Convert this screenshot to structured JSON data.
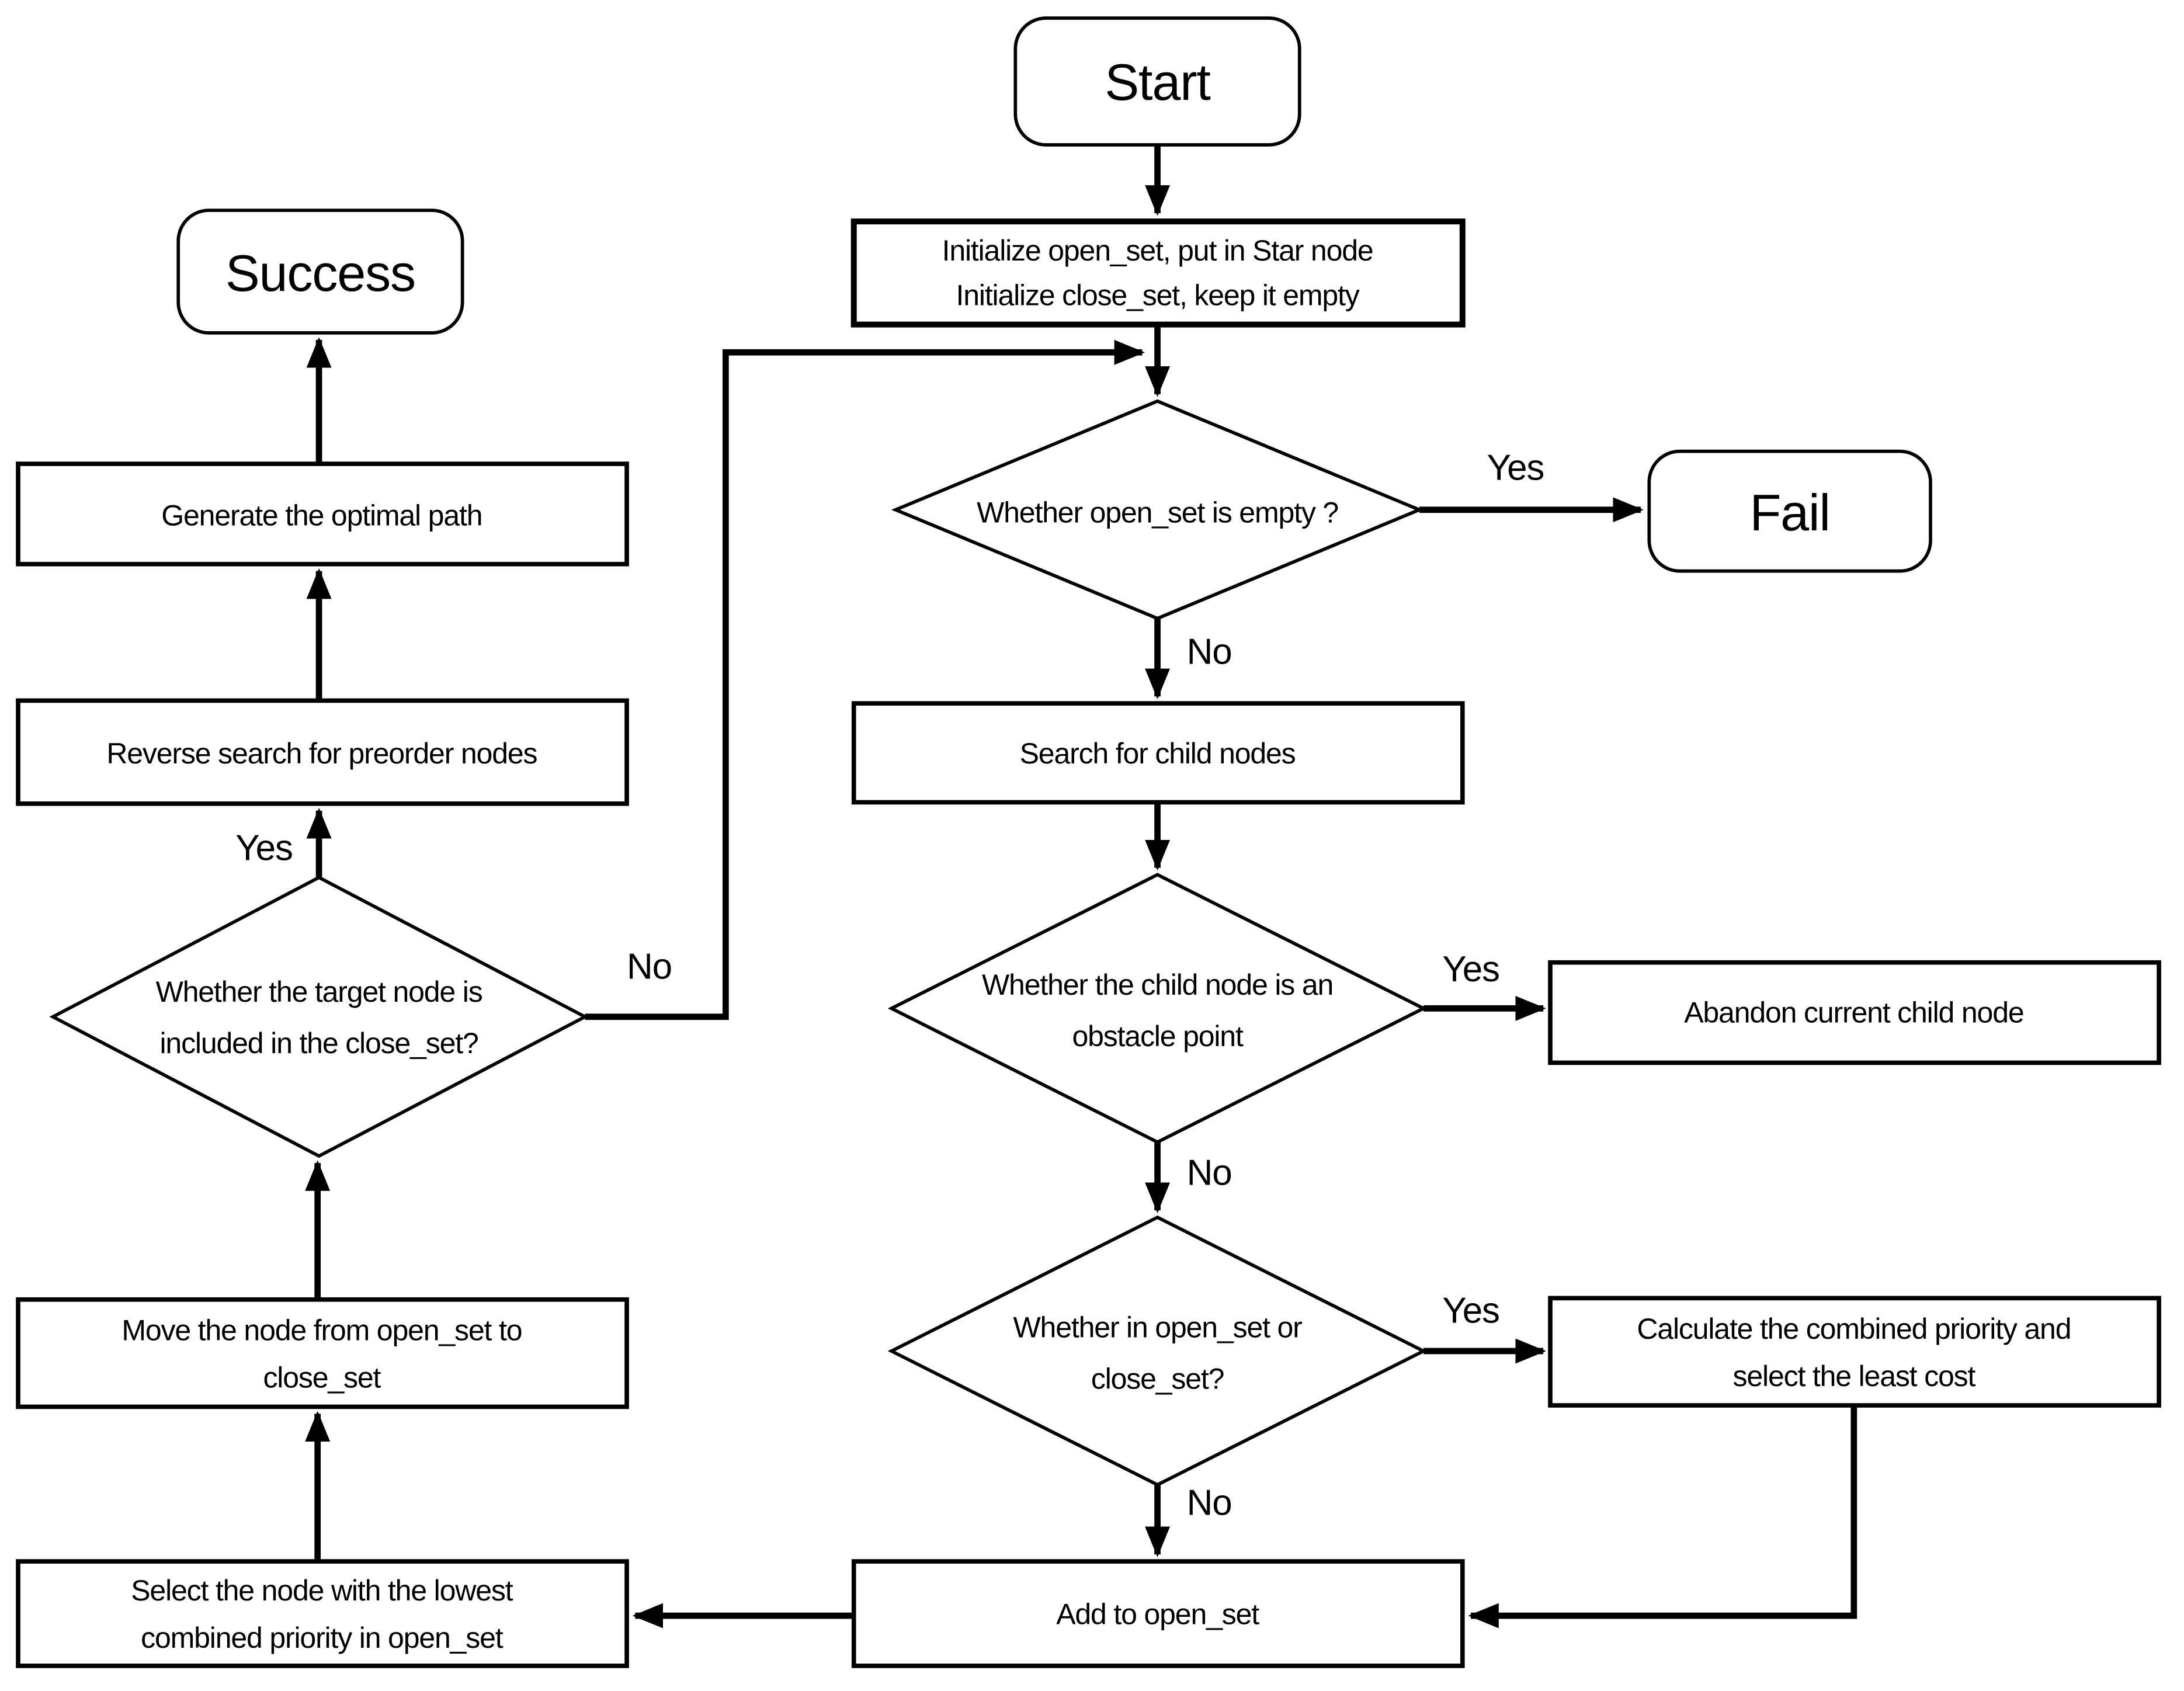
{
  "nodes": {
    "start": {
      "label": "Start"
    },
    "init": {
      "line1": "Initialize open_set, put in Star node",
      "line2": "Initialize close_set, keep it empty"
    },
    "open_set_empty": {
      "label": "Whether open_set is empty ?"
    },
    "fail": {
      "label": "Fail"
    },
    "search_child": {
      "label": "Search for child nodes"
    },
    "obstacle": {
      "line1": "Whether the child node is an",
      "line2": "obstacle point"
    },
    "abandon": {
      "label": "Abandon current child node"
    },
    "in_sets": {
      "line1": "Whether in open_set or",
      "line2": "close_set?"
    },
    "calculate": {
      "line1": "Calculate the combined priority and",
      "line2": "select the least cost"
    },
    "add_open": {
      "label": "Add to open_set"
    },
    "select_lowest": {
      "line1": "Select the node with the lowest",
      "line2": "combined priority in open_set"
    },
    "move_node": {
      "line1": "Move the node from open_set to",
      "line2": "close_set"
    },
    "target_in_close": {
      "line1": "Whether the target node is",
      "line2": "included in the close_set?"
    },
    "reverse_search": {
      "label": "Reverse search for preorder nodes"
    },
    "generate_path": {
      "label": "Generate the optimal path"
    },
    "success": {
      "label": "Success"
    }
  },
  "edge_labels": {
    "open_set_empty_yes": "Yes",
    "open_set_empty_no": "No",
    "obstacle_yes": "Yes",
    "obstacle_no": "No",
    "in_sets_yes": "Yes",
    "in_sets_no": "No",
    "target_yes": "Yes",
    "target_no": "No"
  },
  "colors": {
    "line": "#000000",
    "background": "#ffffff",
    "text": "#000000"
  }
}
